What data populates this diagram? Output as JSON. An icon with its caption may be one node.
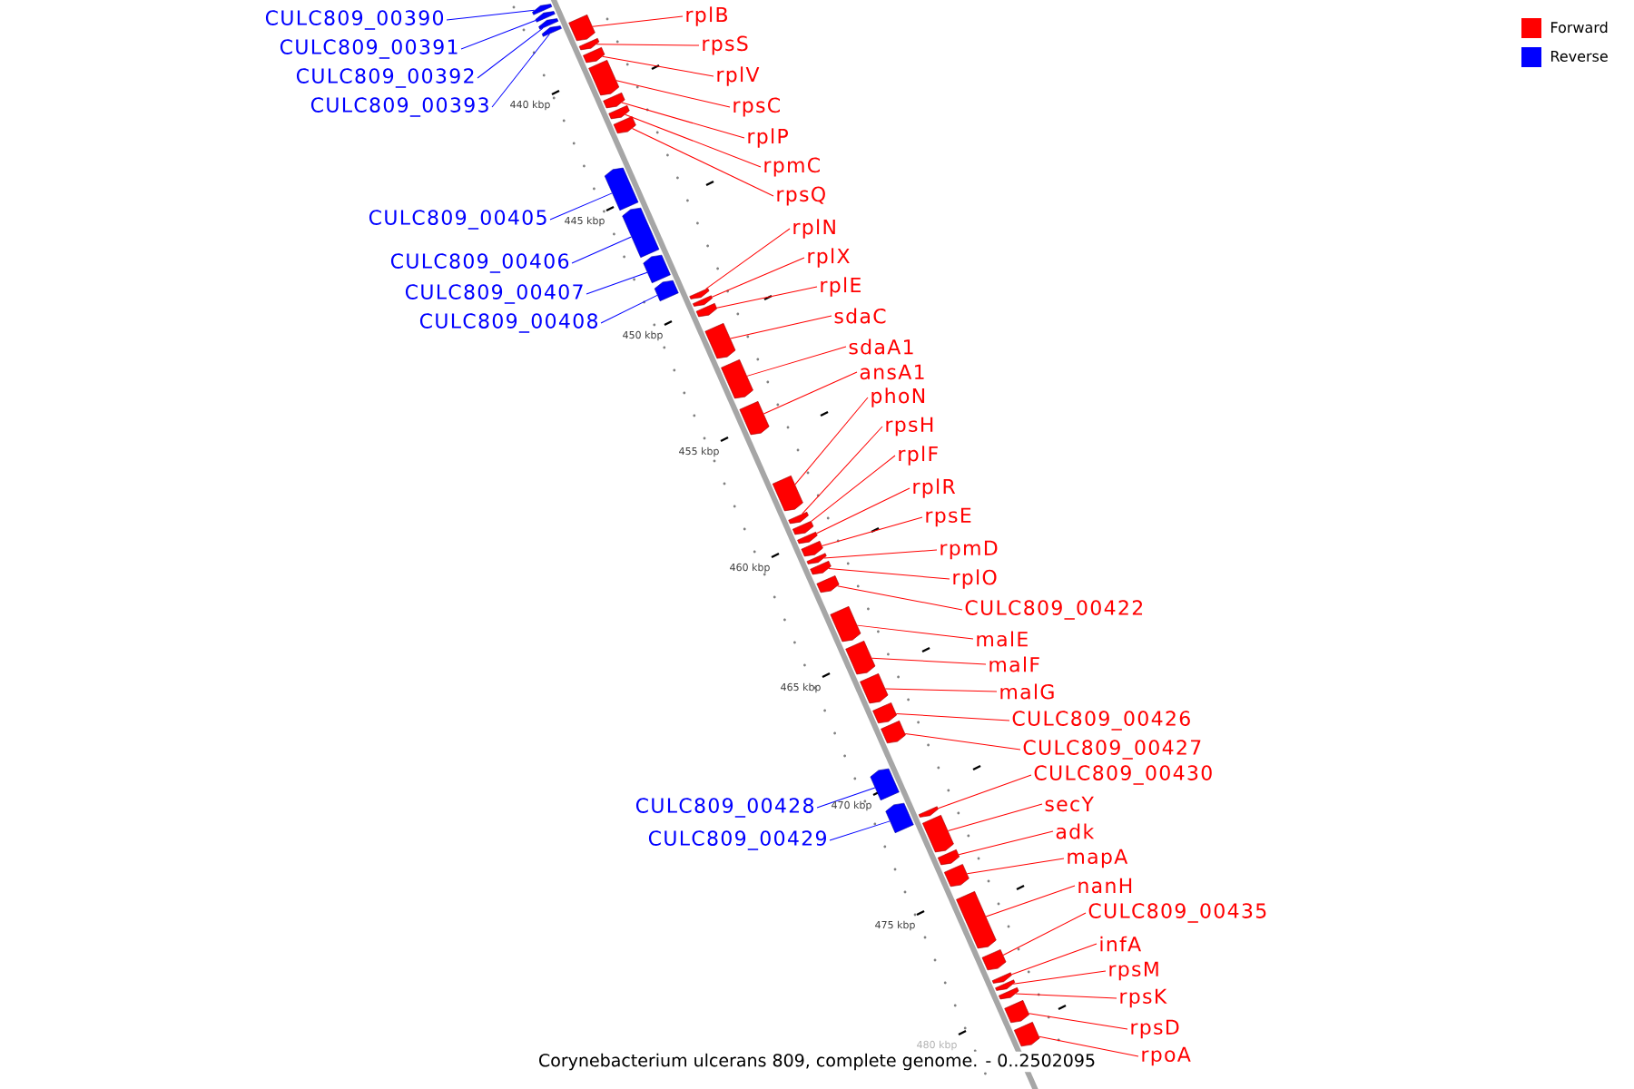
{
  "diagram": {
    "caption": "Corynebacterium ulcerans 809, complete genome. - 0..2502095",
    "nodes": [
      {
        "text": [
          "rplB"
        ]
      },
      {
        "text": [
          "CULC809_00390"
        ]
      },
      {
        "text": [
          "rpsS"
        ]
      },
      {
        "text": [
          "CULC809_00391"
        ]
      },
      {
        "text": [
          "rplV"
        ]
      },
      {
        "text": [
          "CULC809_00392"
        ]
      },
      {
        "text": [
          "rpsC"
        ]
      },
      {
        "text": [
          "CULC809_00393"
        ]
      },
      {
        "text": [
          "rplP"
        ]
      },
      {
        "text": [
          "rpmC"
        ]
      },
      {
        "text": [
          "rpsQ"
        ]
      },
      {
        "text": [
          "CULC809_00405"
        ]
      },
      {
        "text": [
          "rplN"
        ]
      },
      {
        "text": [
          "rplX"
        ]
      },
      {
        "text": [
          "CULC809_00406"
        ]
      },
      {
        "text": [
          "rplE"
        ]
      },
      {
        "text": [
          "CULC809_00407"
        ]
      },
      {
        "text": [
          "sdaC"
        ]
      },
      {
        "text": [
          "CULC809_00408"
        ]
      },
      {
        "text": [
          "sdaA1"
        ]
      },
      {
        "text": [
          "ansA1"
        ]
      },
      {
        "text": [
          "phoN"
        ]
      },
      {
        "text": [
          "rpsH"
        ]
      },
      {
        "text": [
          "rplF"
        ]
      },
      {
        "text": [
          "rplR"
        ]
      },
      {
        "text": [
          "rpsE"
        ]
      },
      {
        "text": [
          "rpmD"
        ]
      },
      {
        "text": [
          "rplO"
        ]
      },
      {
        "text": [
          "CULC809_00422"
        ]
      },
      {
        "text": [
          "malE"
        ]
      },
      {
        "text": [
          "malF"
        ]
      },
      {
        "text": [
          "malG"
        ]
      },
      {
        "text": [
          "CULC809_00426"
        ]
      },
      {
        "text": [
          "CULC809_00427"
        ]
      },
      {
        "text": [
          "CULC809_00430"
        ]
      },
      {
        "text": [
          "secY"
        ]
      },
      {
        "text": [
          "CULC809_00428"
        ]
      },
      {
        "text": [
          "adk"
        ]
      },
      {
        "text": [
          "CULC809_00429"
        ]
      },
      {
        "text": [
          "mapA"
        ]
      },
      {
        "text": [
          "nanH"
        ]
      },
      {
        "text": [
          "CULC809_00435"
        ]
      },
      {
        "text": [
          "infA"
        ]
      },
      {
        "text": [
          "rpsM"
        ]
      },
      {
        "text": [
          "rpsK"
        ]
      },
      {
        "text": [
          "rpsD"
        ]
      },
      {
        "text": [
          "rpoA"
        ]
      },
      {
        "text": [],
        "shape": "arrow"
      },
      {
        "text": [],
        "shape": "arrow"
      },
      {
        "text": [],
        "shape": "arrow"
      },
      {
        "text": [],
        "shape": "arrow"
      },
      {
        "text": [],
        "shape": "arrow"
      },
      {
        "text": [],
        "shape": "arrow"
      },
      {
        "text": [],
        "shape": "arrow"
      },
      {
        "text": [],
        "shape": "arrow"
      },
      {
        "text": [],
        "shape": "arrow"
      },
      {
        "text": [],
        "shape": "arrow"
      },
      {
        "text": [],
        "shape": "arrow"
      },
      {
        "text": [],
        "shape": "arrow"
      },
      {
        "text": [],
        "shape": "arrow"
      },
      {
        "text": [],
        "shape": "arrow"
      },
      {
        "text": [],
        "shape": "arrow"
      },
      {
        "text": [],
        "shape": "arrow"
      },
      {
        "text": [],
        "shape": "arrow"
      },
      {
        "text": [],
        "shape": "arrow"
      },
      {
        "text": [],
        "shape": "arrow"
      },
      {
        "text": [],
        "shape": "arrow"
      },
      {
        "text": [],
        "shape": "arrow"
      },
      {
        "text": [],
        "shape": "arrow"
      },
      {
        "text": [],
        "shape": "arrow"
      },
      {
        "text": [],
        "shape": "arrow"
      },
      {
        "text": [],
        "shape": "arrow"
      },
      {
        "text": [],
        "shape": "arrow"
      },
      {
        "text": [],
        "shape": "arrow"
      },
      {
        "text": [],
        "shape": "arrow"
      },
      {
        "text": [],
        "shape": "arrow"
      },
      {
        "text": [],
        "shape": "arrow"
      },
      {
        "text": [],
        "shape": "arrow"
      },
      {
        "text": [],
        "shape": "arrow"
      },
      {
        "text": [],
        "shape": "arrow"
      },
      {
        "text": [],
        "shape": "arrow"
      },
      {
        "text": [],
        "shape": "arrow"
      },
      {
        "text": [],
        "shape": "arrow"
      },
      {
        "text": [],
        "shape": "arrow"
      },
      {
        "text": [],
        "shape": "arrow"
      },
      {
        "text": [],
        "shape": "arrow"
      },
      {
        "text": [],
        "shape": "arrow"
      },
      {
        "text": [],
        "shape": "arrow"
      },
      {
        "text": [],
        "shape": "arrow"
      },
      {
        "text": [],
        "shape": "arrow"
      },
      {
        "text": [],
        "shape": "arrow"
      },
      {
        "text": [],
        "shape": "arrow"
      },
      {
        "text": [],
        "shape": "arrow"
      },
      {
        "text": [],
        "shape": "arrow"
      }
    ],
    "edges": [
      {
        "from": 0,
        "to": 47,
        "arrow": "none"
      },
      {
        "from": 1,
        "to": 48,
        "arrow": "none",
        "color": "#0000ff"
      },
      {
        "from": 2,
        "to": 49,
        "arrow": "none"
      },
      {
        "from": 3,
        "to": 50,
        "arrow": "none",
        "color": "#0000ff"
      },
      {
        "from": 4,
        "to": 51,
        "arrow": "none"
      },
      {
        "from": 5,
        "to": 52,
        "arrow": "none",
        "color": "#0000ff"
      },
      {
        "from": 6,
        "to": 53,
        "arrow": "none"
      },
      {
        "from": 7,
        "to": 54,
        "arrow": "none",
        "color": "#0000ff"
      },
      {
        "from": 8,
        "to": 55,
        "arrow": "none"
      },
      {
        "from": 9,
        "to": 56,
        "arrow": "none"
      },
      {
        "from": 10,
        "to": 57,
        "arrow": "none"
      },
      {
        "from": 11,
        "to": 58,
        "arrow": "none",
        "color": "#0000ff"
      },
      {
        "from": 12,
        "to": 59,
        "arrow": "none"
      },
      {
        "from": 13,
        "to": 60,
        "arrow": "none"
      },
      {
        "from": 14,
        "to": 61,
        "arrow": "none",
        "color": "#0000ff"
      },
      {
        "from": 15,
        "to": 62,
        "arrow": "none"
      },
      {
        "from": 16,
        "to": 63,
        "arrow": "none",
        "color": "#0000ff"
      },
      {
        "from": 17,
        "to": 64,
        "arrow": "none"
      },
      {
        "from": 18,
        "to": 65,
        "arrow": "none",
        "color": "#0000ff"
      },
      {
        "from": 19,
        "to": 66,
        "arrow": "none"
      },
      {
        "from": 20,
        "to": 67,
        "arrow": "none"
      },
      {
        "from": 21,
        "to": 68,
        "arrow": "none"
      },
      {
        "from": 22,
        "to": 69,
        "arrow": "none"
      },
      {
        "from": 23,
        "to": 70,
        "arrow": "none"
      },
      {
        "from": 24,
        "to": 71,
        "arrow": "none"
      },
      {
        "from": 25,
        "to": 72,
        "arrow": "none"
      },
      {
        "from": 26,
        "to": 73,
        "arrow": "none"
      },
      {
        "from": 27,
        "to": 74,
        "arrow": "none"
      },
      {
        "from": 28,
        "to": 75,
        "arrow": "none"
      },
      {
        "from": 29,
        "to": 76,
        "arrow": "none"
      },
      {
        "from": 30,
        "to": 77,
        "arrow": "none"
      },
      {
        "from": 31,
        "to": 78,
        "arrow": "none"
      },
      {
        "from": 32,
        "to": 79,
        "arrow": "none"
      },
      {
        "from": 33,
        "to": 80,
        "arrow": "none"
      },
      {
        "from": 34,
        "to": 81,
        "arrow": "none"
      },
      {
        "from": 35,
        "to": 82,
        "arrow": "none"
      },
      {
        "from": 36,
        "to": 83,
        "arrow": "none",
        "color": "#0000ff"
      },
      {
        "from": 37,
        "to": 84,
        "arrow": "none"
      },
      {
        "from": 38,
        "to": 85,
        "arrow": "none",
        "color": "#0000ff"
      },
      {
        "from": 39,
        "to": 86,
        "arrow": "none"
      },
      {
        "from": 40,
        "to": 87,
        "arrow": "none"
      },
      {
        "from": 41,
        "to": 88,
        "arrow": "none"
      },
      {
        "from": 42,
        "to": 89,
        "arrow": "none"
      },
      {
        "from": 43,
        "to": 90,
        "arrow": "none"
      },
      {
        "from": 44,
        "to": 91,
        "arrow": "none"
      },
      {
        "from": 45,
        "to": 92,
        "arrow": "none"
      },
      {
        "from": 46,
        "to": 93,
        "arrow": "none"
      }
    ],
    "labels": [
      "440 kbp",
      "445 kbp",
      "450 kbp",
      "455 kbp",
      "460 kbp",
      "465 kbp",
      "470 kbp",
      "475 kbp",
      "480 kbp"
    ],
    "legend": [
      {
        "text": "Forward",
        "color": "#ff0000"
      },
      {
        "text": "Reverse",
        "color": "#0000ff"
      }
    ]
  }
}
